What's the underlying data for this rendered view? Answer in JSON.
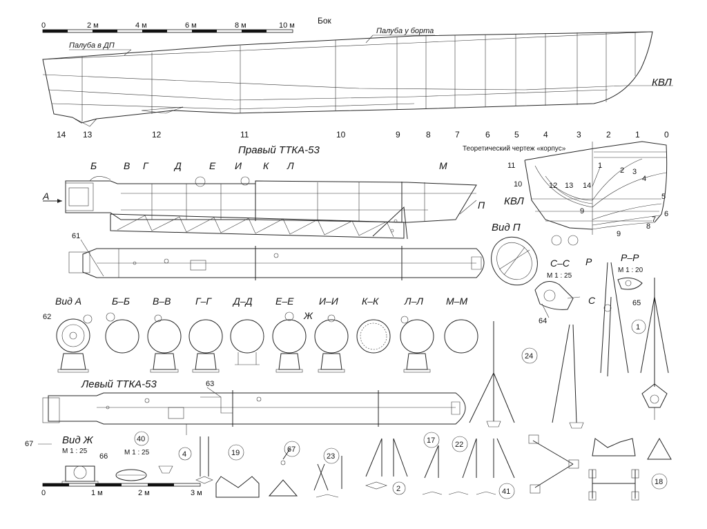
{
  "scale_top": {
    "ticks": [
      "0",
      "2 м",
      "4 м",
      "6 м",
      "8 м",
      "10 м"
    ]
  },
  "scale_bottom": {
    "ticks": [
      "0",
      "1 м",
      "2 м",
      "3 м"
    ]
  },
  "side_view": {
    "title": "Бок",
    "deck_centerline": "Палуба в ДП",
    "deck_side": "Палуба у борта",
    "waterline": "КВЛ",
    "stations": [
      "14",
      "13",
      "12",
      "11",
      "10",
      "9",
      "8",
      "7",
      "6",
      "5",
      "4",
      "3",
      "2",
      "1",
      "0"
    ]
  },
  "body_plan": {
    "title": "Теоретический чертеж «корпус»",
    "waterline": "КВЛ",
    "numbers": [
      "11",
      "10",
      "12",
      "13",
      "14",
      "1",
      "2",
      "3",
      "4",
      "5",
      "6",
      "7",
      "8",
      "9",
      "9"
    ]
  },
  "right_tube": {
    "title": "Правый ТТКА-53",
    "section_letters": [
      "Б",
      "В",
      "Г",
      "Д",
      "Е",
      "И",
      "К",
      "Л",
      "М"
    ],
    "arrow_a": "А",
    "arrow_p": "П",
    "ref": "61"
  },
  "view_p": {
    "label": "Вид П"
  },
  "sections": [
    "Вид А",
    "Б–Б",
    "В–В",
    "Г–Г",
    "Д–Д",
    "Е–Е",
    "И–И",
    "К–К",
    "Л–Л",
    "М–М"
  ],
  "section_extra": {
    "zh": "Ж",
    "ref62": "62"
  },
  "cc": {
    "label": "С–С",
    "scale": "М 1 : 25",
    "c": "С",
    "ref64": "64"
  },
  "rr": {
    "label": "Р–Р",
    "scale": "М 1 : 20",
    "p": "Р",
    "ref65": "65",
    "ref1": "1"
  },
  "left_tube": {
    "title": "Левый ТТКА-53",
    "ref63": "63",
    "ref67": "67"
  },
  "view_zh": {
    "label": "Вид Ж",
    "scale": "М 1 : 25",
    "ref66": "66",
    "ref40": "40",
    "scale40": "М 1 : 25"
  },
  "refs": {
    "r4": "4",
    "r19": "19",
    "r67": "67",
    "r23": "23",
    "r2": "2",
    "r17": "17",
    "r22": "22",
    "r41": "41",
    "r24": "24",
    "r18": "18"
  }
}
